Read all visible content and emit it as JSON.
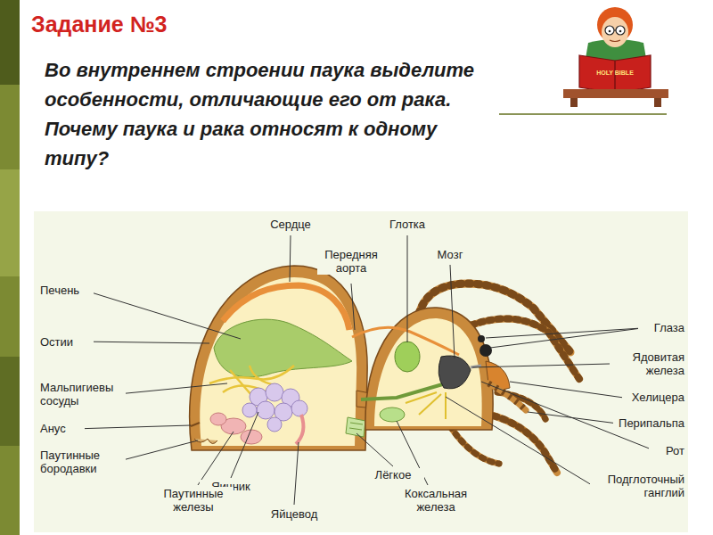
{
  "diagram": {
    "title": "Задание №3",
    "labels": [
      "Во внутреннем строении паука выделите особенности, отличающие его от рака. Почему паука и рака относят к одному типу?",
      "Сердце",
      "Глотка",
      "Передняя аорта",
      "Мозг",
      "Печень",
      "Глаза",
      "Остии",
      "Ядовитая железа",
      "Мальпигиевы сосуды",
      "Хелицера",
      "Анус",
      "Перипальпа",
      "Паутинные бородавки",
      "Рот",
      "Яичник",
      "Лёгкое",
      "Подглоточный ганглий",
      "Паутинные железы",
      "Яйцевод",
      "Коксальная железа",
      "HOLY BIBLE"
    ]
  }
}
